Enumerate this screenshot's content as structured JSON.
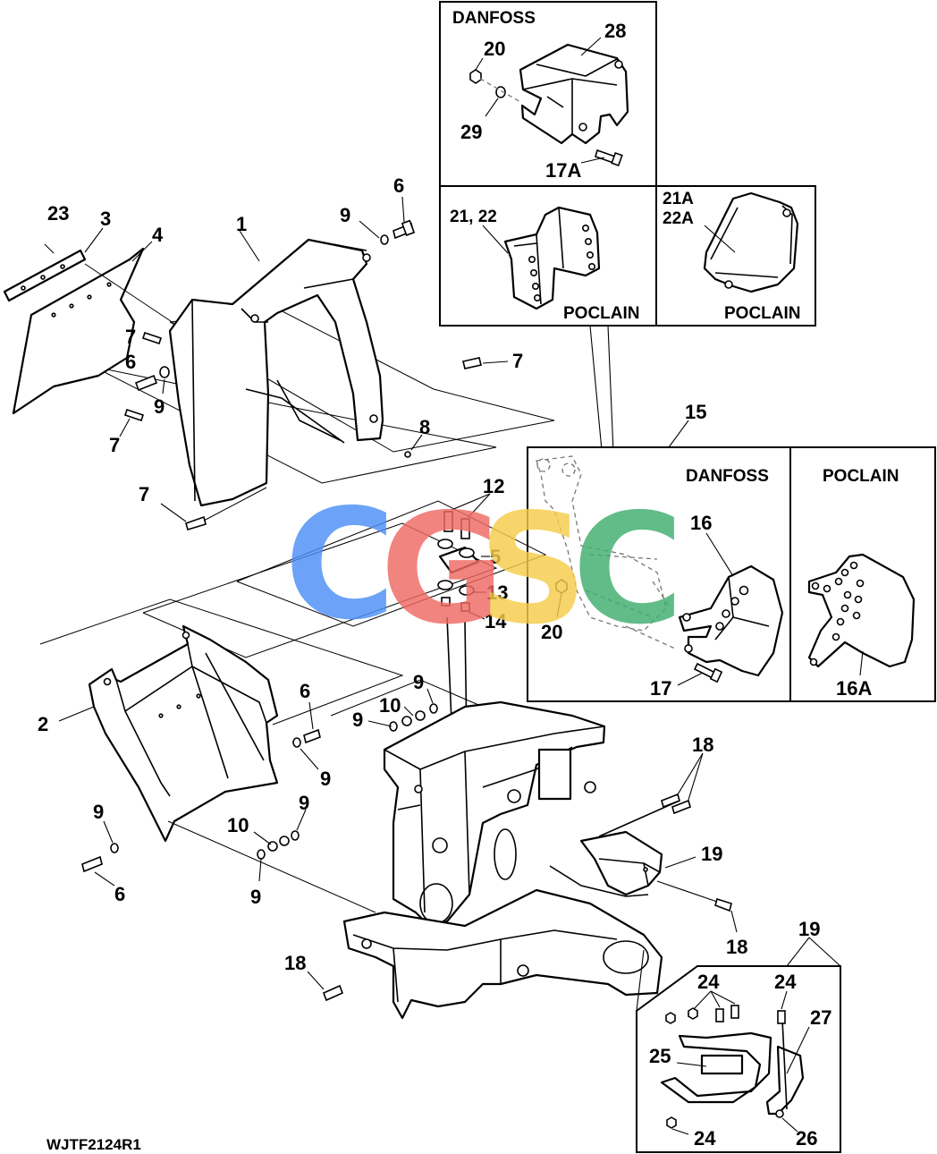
{
  "figure_ref": "WJTF2124R1",
  "watermark": {
    "letters": [
      "C",
      "G",
      "S",
      "C"
    ],
    "colors": [
      "#4d8ff7",
      "#ef6a63",
      "#f6cd4a",
      "#3fae6e"
    ]
  },
  "insets": {
    "danfoss_top": "DANFOSS",
    "poclain_left": "POCLAIN",
    "poclain_right": "POCLAIN",
    "danfoss_mid": "DANFOSS",
    "poclain_mid": "POCLAIN"
  },
  "callouts": {
    "c1": "1",
    "c2": "2",
    "c3": "3",
    "c4": "4",
    "c5": "5",
    "c6a": "6",
    "c6b": "6",
    "c6c": "6",
    "c6d": "6",
    "c7a": "7",
    "c7b": "7",
    "c7c": "7",
    "c7d": "7",
    "c8": "8",
    "c9a": "9",
    "c9b": "9",
    "c9c": "9",
    "c9d": "9",
    "c9e": "9",
    "c9f": "9",
    "c9g": "9",
    "c9h": "9",
    "c10a": "10",
    "c10b": "10",
    "c12": "12",
    "c13": "13",
    "c14": "14",
    "c15": "15",
    "c16": "16",
    "c16a": "16A",
    "c17": "17",
    "c17a": "17A",
    "c18a": "18",
    "c18b": "18",
    "c18c": "18",
    "c19a": "19",
    "c19b": "19",
    "c20a": "20",
    "c20b": "20",
    "c2122": "21, 22",
    "c21a": "21A",
    "c22a": "22A",
    "c23": "23",
    "c24a": "24",
    "c24b": "24",
    "c24c": "24",
    "c25": "25",
    "c26": "26",
    "c27": "27",
    "c28": "28",
    "c29": "29"
  }
}
